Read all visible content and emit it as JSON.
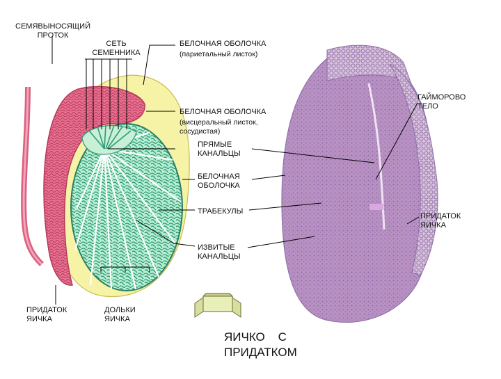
{
  "labels": {
    "vas_deferens": "СЕМЯВЫНОСЯЩИЙ\nПРОТОК",
    "rete_testis": "СЕТЬ\nСЕМЕННИКА",
    "tunica_parietal_title": "БЕЛОЧНАЯ ОБОЛОЧКА",
    "tunica_parietal_sub": "(париетальный листок)",
    "mediastinum": "ГАЙМОРОВО\nТЕЛО",
    "tunica_visceral_title": "БЕЛОЧНАЯ ОБОЛОЧКА",
    "tunica_visceral_sub": "(висцеральный листок,\nсосудистая)",
    "straight_tubules": "ПРЯМЫЕ\nКАНАЛЬЦЫ",
    "tunica_albuginea": "БЕЛОЧНАЯ\nОБОЛОЧКА",
    "trabeculae": "ТРАБЕКУЛЫ",
    "epididymis_right": "ПРИДАТОК\nЯИЧКА",
    "convoluted_tubules": "ИЗВИТЫЕ\nКАНАЛЬЦЫ",
    "epididymis_left": "ПРИДАТОК\nЯИЧКА",
    "lobules": "ДОЛЬКИ\nЯИЧКА"
  },
  "caption": "ЯИЧКО    С\nПРИДАТКОМ",
  "colors": {
    "tubules": "#2f9a78",
    "lobule_fill": "#b9efd3",
    "tunica_yellow": "#f7f3a6",
    "epididymis": "#e7708f",
    "histology_bg": "#b890c2",
    "histology_dark": "#7d5e9b",
    "leader": "#000000"
  }
}
